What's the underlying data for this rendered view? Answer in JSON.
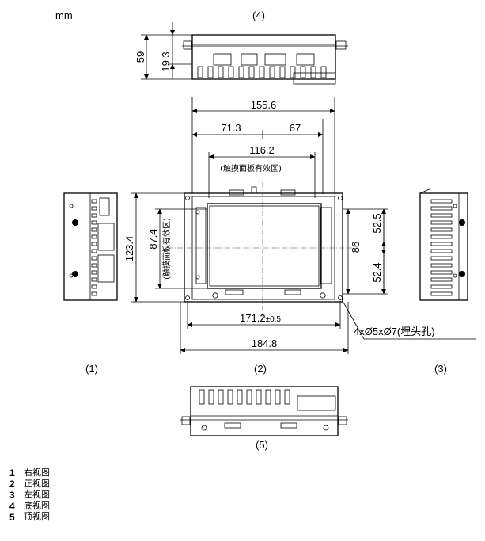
{
  "unit": "mm",
  "view_labels": {
    "v1": "(1)",
    "v2": "(2)",
    "v3": "(3)",
    "v4": "(4)",
    "v5": "(5)"
  },
  "dimensions": {
    "depth": "59",
    "depth_offset": "19.3",
    "overall_width": "155.6",
    "left_part": "71.3",
    "right_part": "67",
    "touch_width": "116.2",
    "touch_area_note": "(触摸面板有效区)",
    "overall_height": "123.4",
    "touch_height": "87.4",
    "hole_vspan": "86",
    "upper_hole": "52.5",
    "lower_hole": "52.4",
    "hole_hspan": "171.2",
    "hole_hspan_tol": "±0.5",
    "bezel_width": "184.8",
    "hole_spec": "4xØ5xØ7(埋头孔)"
  },
  "legend": [
    {
      "num": "1",
      "text": "右视图"
    },
    {
      "num": "2",
      "text": "正视图"
    },
    {
      "num": "3",
      "text": "左视图"
    },
    {
      "num": "4",
      "text": "底视图"
    },
    {
      "num": "5",
      "text": "顶视图"
    }
  ]
}
